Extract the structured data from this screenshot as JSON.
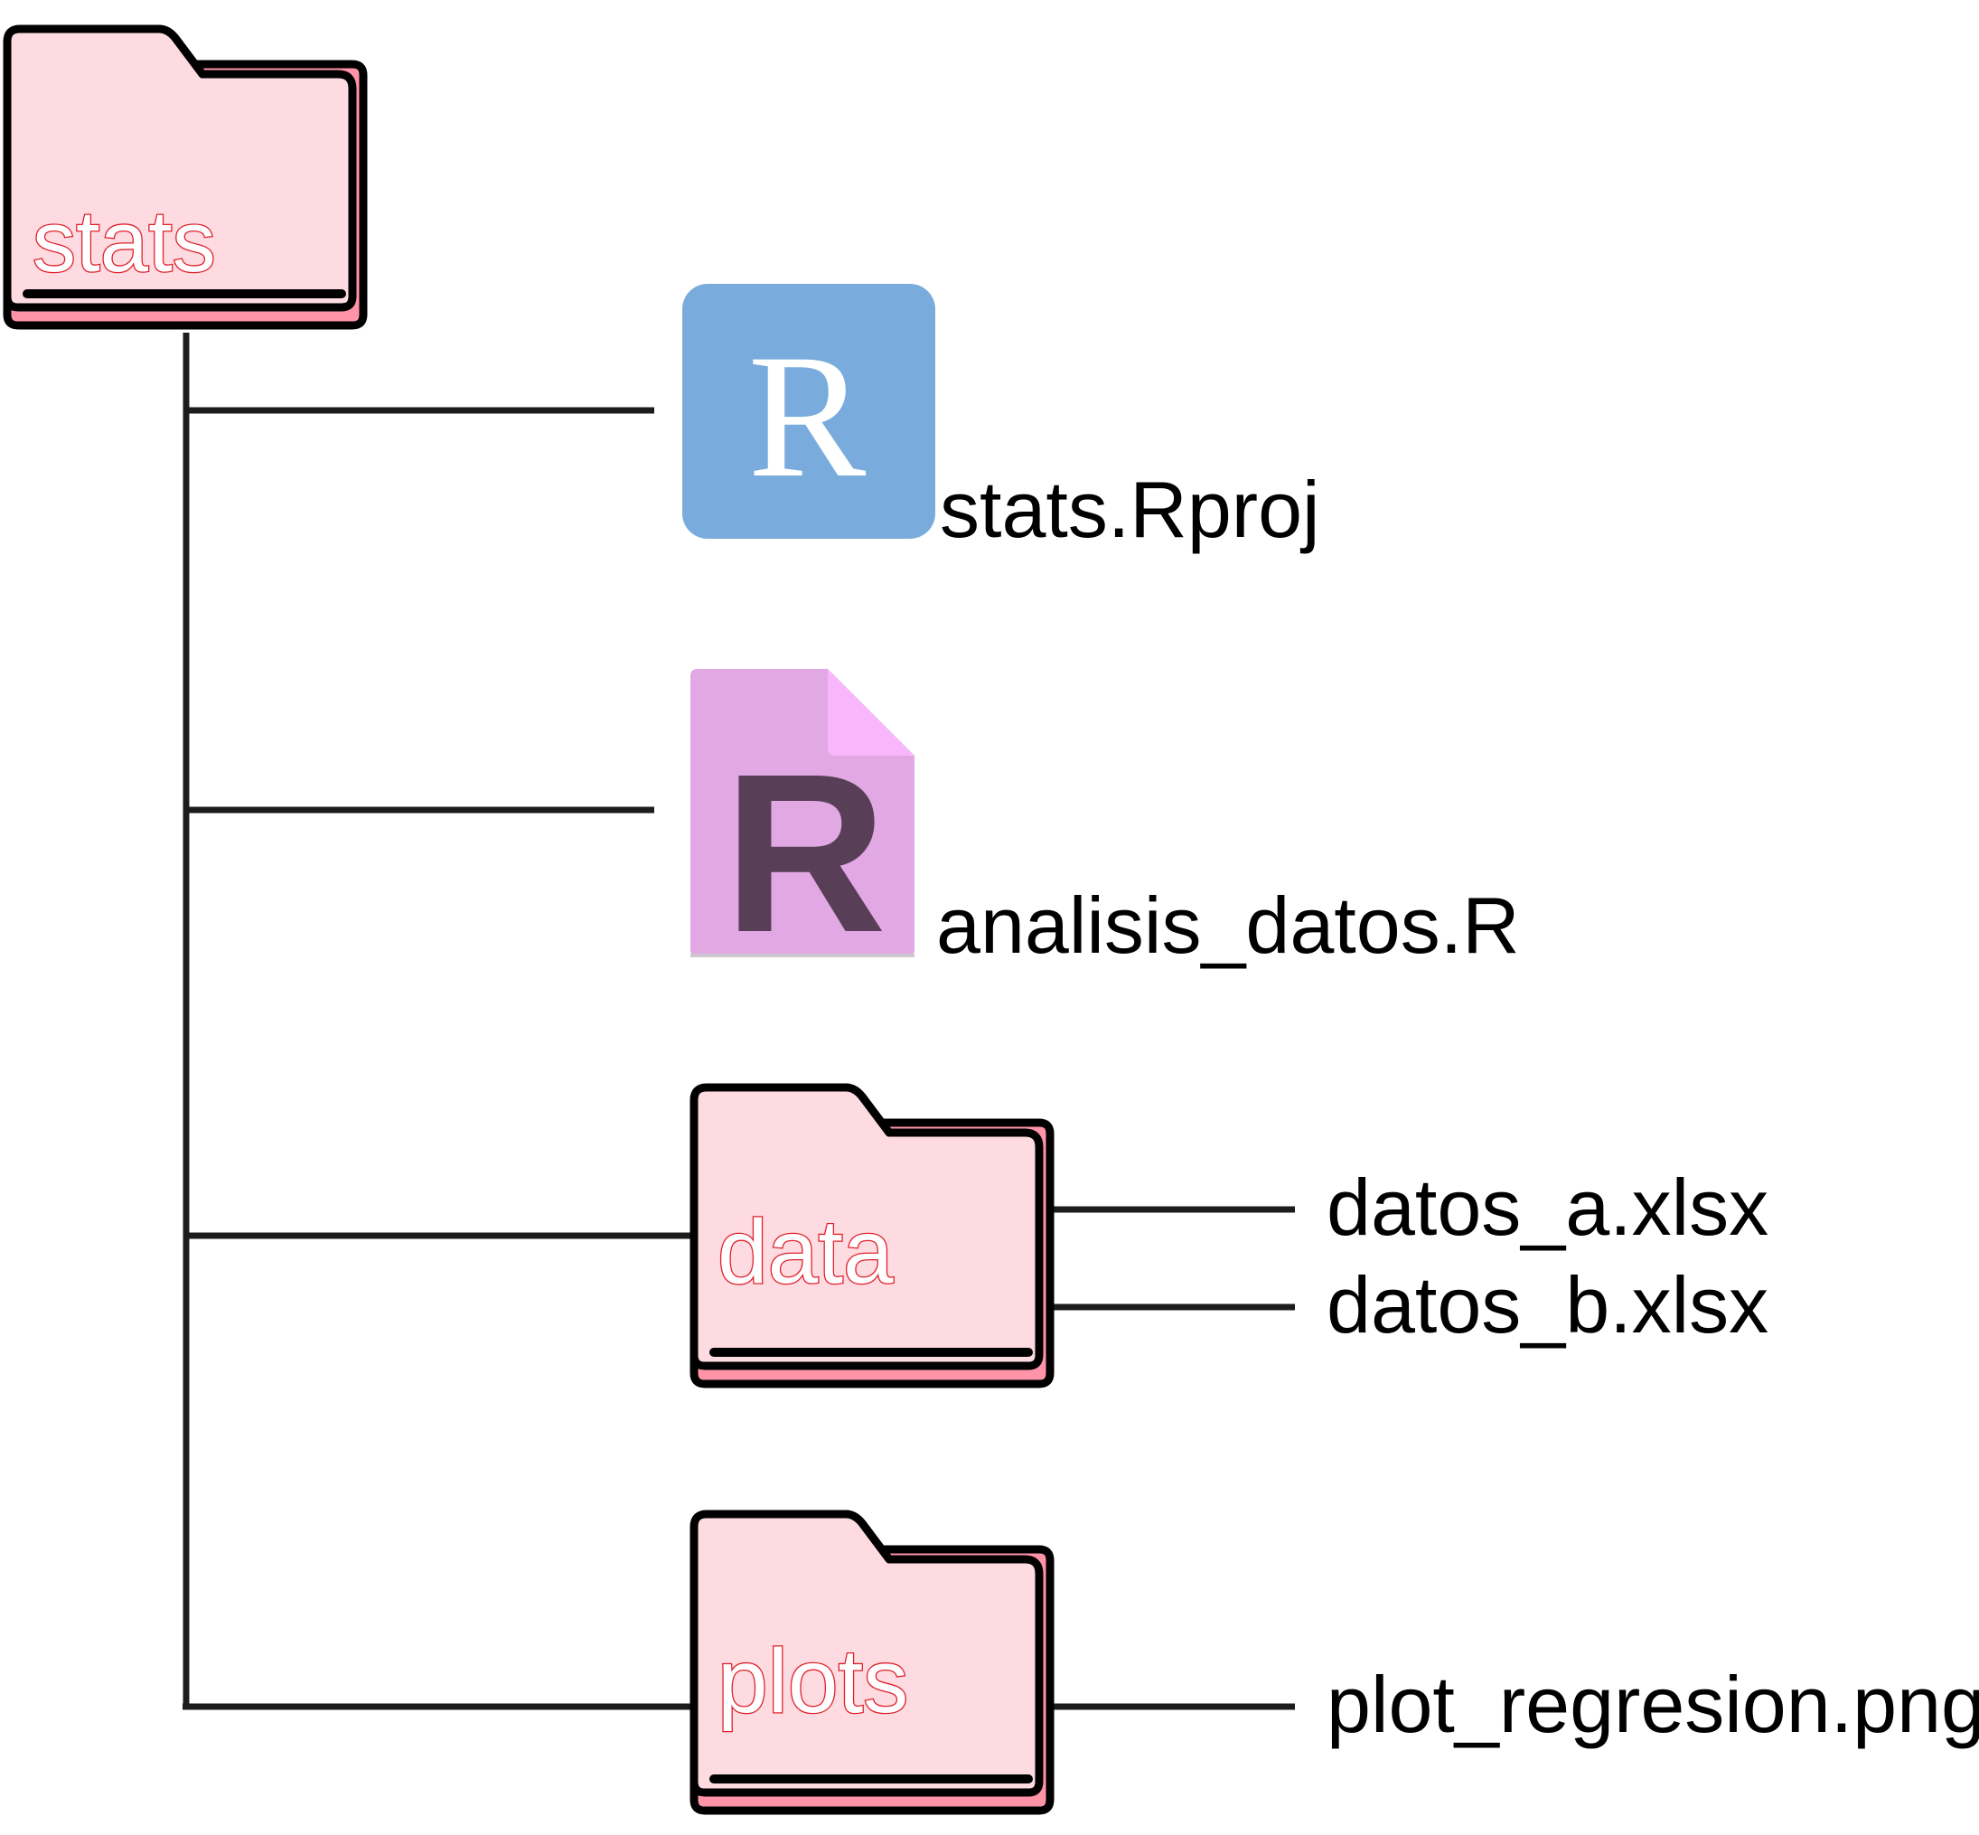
{
  "colors": {
    "folder_body": "#fddbe0",
    "folder_tab": "#ff94a8",
    "folder_outline": "#000000",
    "folder_label_outline": "#e0202a",
    "rproj_bg": "#79acdc",
    "rscript_bg": "#e1a8e3",
    "rscript_corner": "#f8b6fb",
    "rscript_letter": "#583f57"
  },
  "root": {
    "name": "stats",
    "icon": "folder-icon",
    "children": [
      {
        "name": "stats.Rproj",
        "icon": "rproj-icon",
        "glyph": "R"
      },
      {
        "name": "analisis_datos.R",
        "icon": "r-script-icon",
        "glyph": "R"
      },
      {
        "name": "data",
        "icon": "folder-icon",
        "files": [
          "datos_a.xlsx",
          "datos_b.xlsx"
        ]
      },
      {
        "name": "plots",
        "icon": "folder-icon",
        "files": [
          "plot_regresion.png"
        ]
      }
    ]
  }
}
